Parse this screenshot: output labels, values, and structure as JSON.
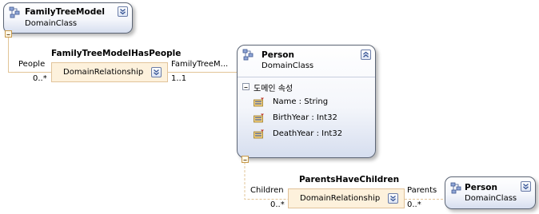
{
  "shapes": {
    "family_tree_model": {
      "title": "FamilyTreeModel",
      "subtitle": "DomainClass"
    },
    "person_main": {
      "title": "Person",
      "subtitle": "DomainClass",
      "compartment_title": "도메인 속성",
      "properties": [
        "Name : String",
        "BirthYear : Int32",
        "DeathYear : Int32"
      ]
    },
    "person_parent": {
      "title": "Person",
      "subtitle": "DomainClass"
    }
  },
  "relationships": {
    "has_people": {
      "name": "FamilyTreeModelHasPeople",
      "kind": "DomainRelationship",
      "source_role": "People",
      "source_multiplicity": "0..*",
      "target_role": "FamilyTreeM...",
      "target_multiplicity": "1..1"
    },
    "parents_have_children": {
      "name": "ParentsHaveChildren",
      "kind": "DomainRelationship",
      "source_role": "Children",
      "source_multiplicity": "0..*",
      "target_role": "Parents",
      "target_multiplicity": "0..*"
    }
  },
  "colors": {
    "connector": "#e2c497",
    "relationship_fill": "#fdf1dc",
    "class_border": "#5c6575",
    "toggle_glyph": "#3d5a99"
  }
}
